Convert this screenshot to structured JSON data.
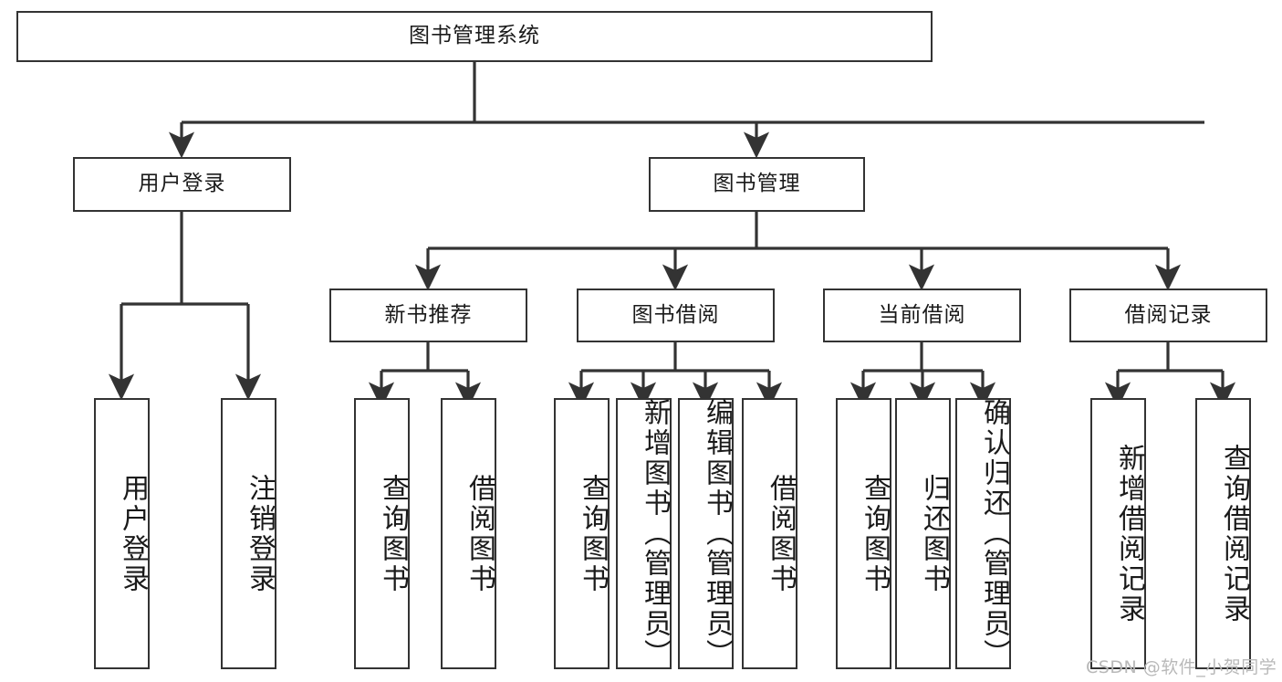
{
  "diagram": {
    "title": "图书管理系统",
    "type": "hierarchy-tree",
    "background_color": "#ffffff",
    "stroke_color": "#333333",
    "text_color": "#1a1a1a",
    "watermark": "CSDN @软件_小贺同学",
    "watermark_color": "#b9b9b9"
  },
  "nodes": {
    "root": {
      "label": "图书管理系统",
      "level": 1,
      "orientation": "horizontal"
    },
    "level2": [
      {
        "id": "user-login",
        "label": "用户登录",
        "orientation": "horizontal"
      },
      {
        "id": "book-manage",
        "label": "图书管理",
        "orientation": "horizontal"
      }
    ],
    "level3": [
      {
        "id": "new-book-recommend",
        "label": "新书推荐",
        "orientation": "horizontal",
        "parent": "book-manage"
      },
      {
        "id": "book-borrow",
        "label": "图书借阅",
        "orientation": "horizontal",
        "parent": "book-manage"
      },
      {
        "id": "current-borrow",
        "label": "当前借阅",
        "orientation": "horizontal",
        "parent": "book-manage"
      },
      {
        "id": "borrow-record",
        "label": "借阅记录",
        "orientation": "horizontal",
        "parent": "book-manage"
      }
    ],
    "leaves": [
      {
        "id": "leaf-user-login",
        "label": "用户登录",
        "orientation": "vertical",
        "parent": "user-login"
      },
      {
        "id": "leaf-user-logout",
        "label": "注销登录",
        "orientation": "vertical",
        "parent": "user-login"
      },
      {
        "id": "leaf-query-book-rec",
        "label": "查询图书",
        "orientation": "vertical",
        "parent": "new-book-recommend"
      },
      {
        "id": "leaf-borrow-book-rec",
        "label": "借阅图书",
        "orientation": "vertical",
        "parent": "new-book-recommend"
      },
      {
        "id": "leaf-query-book-borrow",
        "label": "查询图书",
        "orientation": "vertical",
        "parent": "book-borrow"
      },
      {
        "id": "leaf-add-book-admin",
        "label": "新增图书（管理员）",
        "orientation": "vertical",
        "parent": "book-borrow"
      },
      {
        "id": "leaf-edit-book-admin",
        "label": "编辑图书（管理员）",
        "orientation": "vertical",
        "parent": "book-borrow"
      },
      {
        "id": "leaf-borrow-book",
        "label": "借阅图书",
        "orientation": "vertical",
        "parent": "book-borrow"
      },
      {
        "id": "leaf-query-book-current",
        "label": "查询图书",
        "orientation": "vertical",
        "parent": "current-borrow"
      },
      {
        "id": "leaf-return-book",
        "label": "归还图书",
        "orientation": "vertical",
        "parent": "current-borrow"
      },
      {
        "id": "leaf-confirm-return-admin",
        "label": "确认归还（管理员）",
        "orientation": "vertical",
        "parent": "current-borrow"
      },
      {
        "id": "leaf-add-borrow-record",
        "label": "新增借阅记录",
        "orientation": "vertical",
        "parent": "borrow-record"
      },
      {
        "id": "leaf-query-borrow-record",
        "label": "查询借阅记录",
        "orientation": "vertical",
        "parent": "borrow-record"
      }
    ]
  }
}
